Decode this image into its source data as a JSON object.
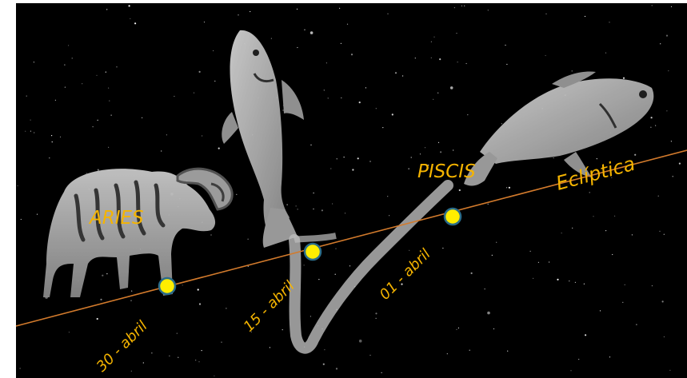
{
  "scene": {
    "background_color": "#000000",
    "frame_color": "#ffffff",
    "ecliptic_color": "#d27a2c",
    "label_color": "#f5b400",
    "marker_fill": "#ffee00",
    "marker_stroke": "#2a6c8a",
    "figure_color": "#c9c9c9"
  },
  "labels": {
    "aries": "ARIES",
    "piscis": "PISCIS",
    "ecliptic": "Eclíptica"
  },
  "dates": [
    {
      "text": "30 - abril",
      "marker_name": "sun-position-30-abril"
    },
    {
      "text": "15 - abril",
      "marker_name": "sun-position-15-abril"
    },
    {
      "text": "01 - abril",
      "marker_name": "sun-position-01-abril"
    }
  ]
}
